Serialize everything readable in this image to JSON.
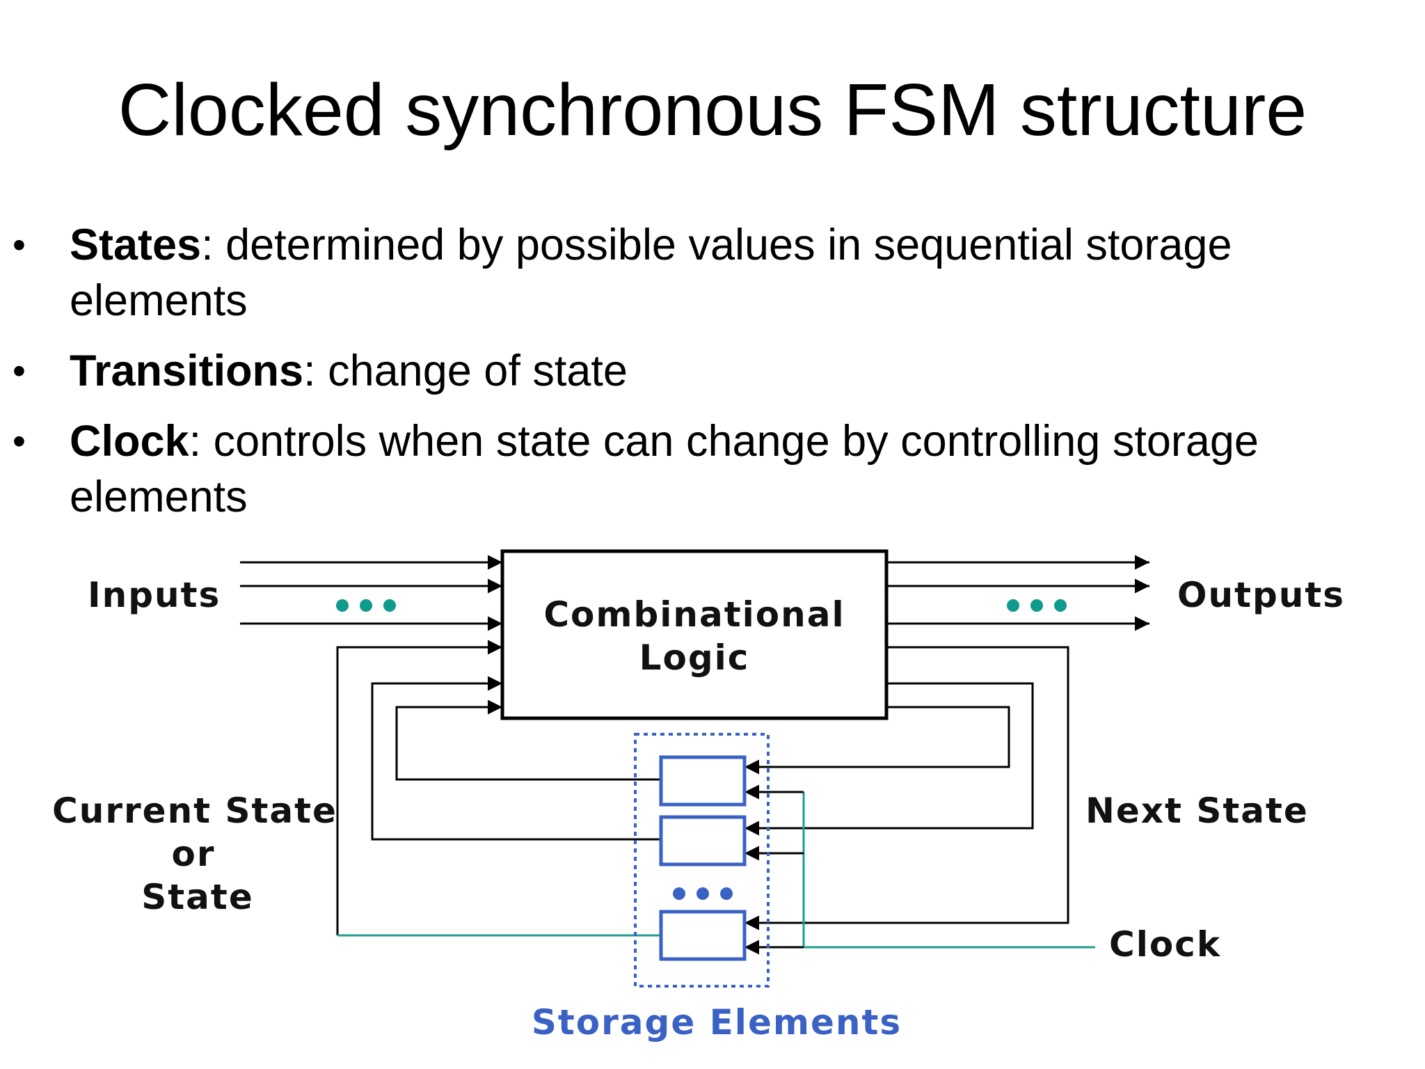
{
  "title": "Clocked synchronous FSM structure",
  "bullets": [
    {
      "term": "States",
      "text": ": determined by possible values in sequential storage elements"
    },
    {
      "term": "Transitions",
      "text": ": change of state"
    },
    {
      "term": "Clock",
      "text": ": controls when state can change by controlling storage elements"
    }
  ],
  "diagram": {
    "inputs_label": "Inputs",
    "outputs_label": "Outputs",
    "logic_label_line1": "Combinational",
    "logic_label_line2": "Logic",
    "current_state_line1": "Current State",
    "current_state_line2": "or",
    "current_state_line3": "State",
    "next_state_label": "Next State",
    "clock_label": "Clock",
    "storage_label": "Storage Elements",
    "colors": {
      "dots": "#0f9a8e",
      "clock_wire": "#1f9e8c",
      "storage": "#3a62c4",
      "wire": "#000000"
    }
  }
}
